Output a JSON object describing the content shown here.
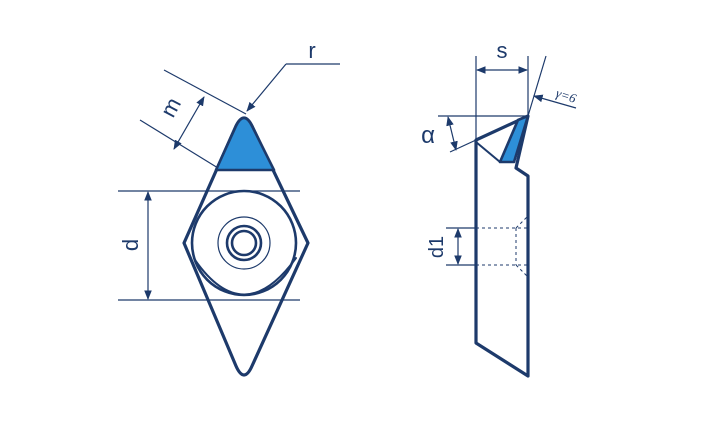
{
  "labels": {
    "r": "r",
    "m": "m",
    "d": "d",
    "s": "s",
    "alpha": "α",
    "gamma": "γ=6",
    "d1": "d1"
  },
  "colors": {
    "outline": "#1d3a6b",
    "cutting_edge_fill": "#2d8fd8",
    "background": "#ffffff"
  }
}
